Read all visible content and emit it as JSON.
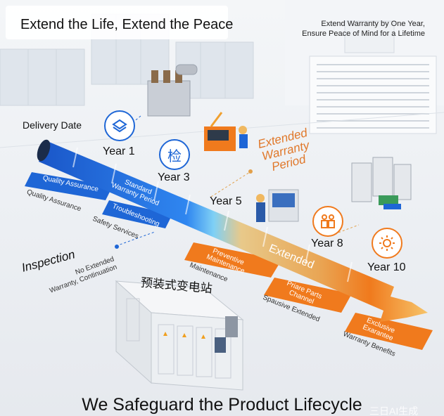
{
  "header": {
    "title": "Extend the Life, Extend the Peace",
    "tagline_line1": "Extend Warranty by One Year,",
    "tagline_line2": "Ensure Peace of Mind for a Lifetime"
  },
  "timeline": {
    "delivery_date": "Delivery Date",
    "year1": "Year 1",
    "year3": "Year 3",
    "year5": "Year 5",
    "year8": "Year 8",
    "year10": "Year 10",
    "year3_icon_char": "检",
    "standard_line1": "Standard",
    "standard_line2": "Warranty Period",
    "extended_line1": "Extended",
    "extended_line2": "Warranty",
    "extended_line3": "Period",
    "extended_arrow": "Extended"
  },
  "blue_bands": {
    "quality_assurance": "Quality Assurance",
    "quality_assurance_sub": "Quality Assurance",
    "troubleshooting": "Troubleshooting",
    "troubleshooting_sub": "Safety Services"
  },
  "inspection": {
    "label": "Inspection",
    "sub_line1": "No Extended",
    "sub_line2": "Warranty, Continuation"
  },
  "orange_bands": {
    "preventive_line1": "Preventive",
    "preventive_line2": "Maintenance",
    "preventive_sub": "Maintenance",
    "priare_line1": "Priare Parts",
    "priare_line2": "Channel",
    "priare_sub": "Spausive Extended",
    "exclusive_line1": "Exclusive",
    "exclusive_line2": "Exarantee",
    "exclusive_sub": "Warranty Benefits"
  },
  "substation_label": "预装式变电站",
  "footer": {
    "title": "We Safeguard the Product Lifecycle",
    "watermark": "三日AI生成"
  },
  "colors": {
    "blue": "#1e66d6",
    "orange": "#f07a1d",
    "gold": "#e2b45a"
  },
  "icons": [
    "layers-icon",
    "inspection-icon",
    "people-icon",
    "sun-icon"
  ]
}
